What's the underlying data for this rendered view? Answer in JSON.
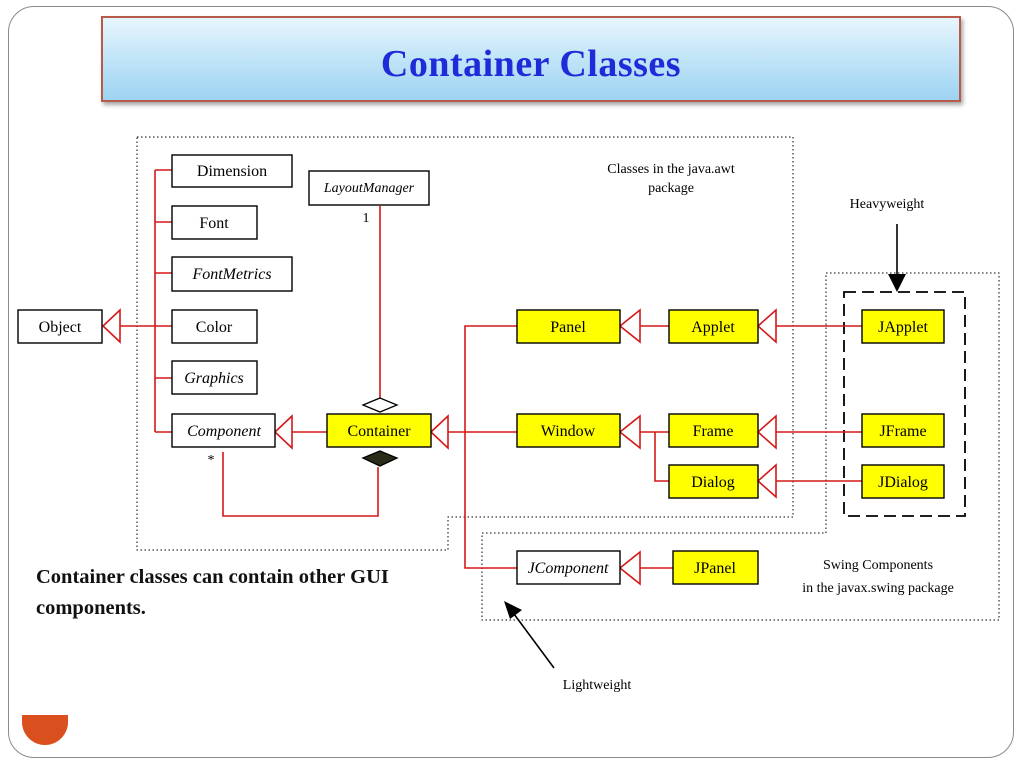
{
  "title": "Container Classes",
  "caption": "Container classes can contain other GUI components.",
  "notes": {
    "awt_package_line1": "Classes in the java.awt",
    "awt_package_line2": "package",
    "heavyweight": "Heavyweight",
    "lightweight": "Lightweight",
    "swing_line1": "Swing Components",
    "swing_line2": "in the javax.swing package"
  },
  "multiplicity": {
    "one": "1",
    "many": "*"
  },
  "classes": {
    "object": "Object",
    "dimension": "Dimension",
    "font": "Font",
    "fontmetrics": "FontMetrics",
    "color": "Color",
    "graphics": "Graphics",
    "component": "Component",
    "layoutmanager": "LayoutManager",
    "container": "Container",
    "panel": "Panel",
    "applet": "Applet",
    "japplet": "JApplet",
    "window": "Window",
    "frame": "Frame",
    "jframe": "JFrame",
    "dialog": "Dialog",
    "jdialog": "JDialog",
    "jcomponent": "JComponent",
    "jpanel": "JPanel"
  },
  "colors": {
    "title_text": "#1f2ad8",
    "relation_line": "#d41818",
    "class_highlight": "#ffff00"
  }
}
